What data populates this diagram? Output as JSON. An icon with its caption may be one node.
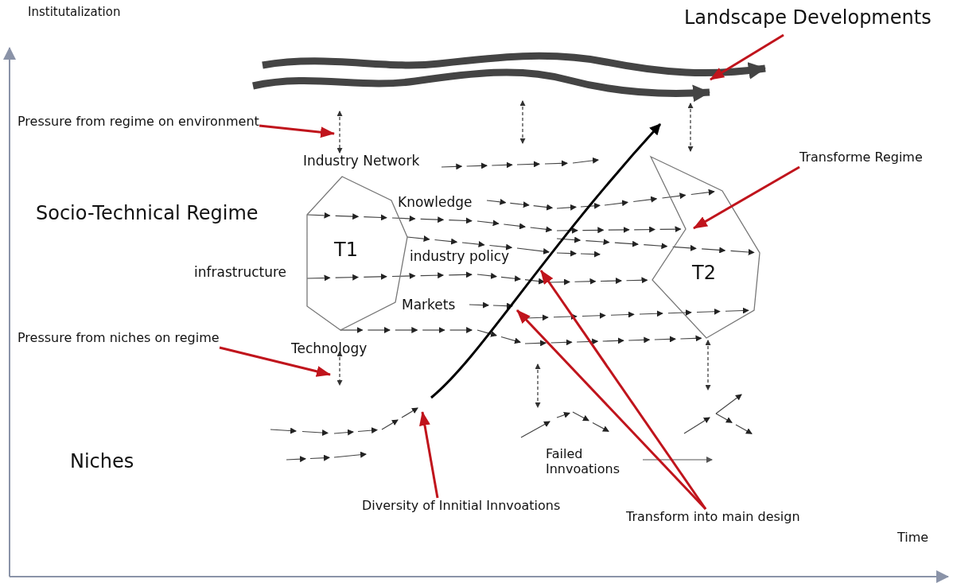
{
  "diagram": {
    "nodes": [
      {
        "text": [
          "Landscape Developments"
        ]
      },
      {
        "text": [],
        "shape": "wave"
      },
      {
        "text": [
          "Pressure from regime on environment"
        ]
      },
      {
        "text": [
          "Transforme Regime"
        ]
      },
      {
        "text": [
          "T1"
        ]
      },
      {
        "text": [
          "T2"
        ]
      },
      {
        "text": [
          "Pressure from niches on regime"
        ]
      },
      {
        "text": [
          "Diversity of Innitial Innvoations"
        ]
      },
      {
        "text": [
          "Transform into main design"
        ]
      }
    ],
    "edges": [
      {
        "from": 0,
        "to": 1,
        "arrow": "to"
      },
      {
        "from": 2,
        "to": null,
        "arrow": "to"
      },
      {
        "from": 3,
        "to": 5,
        "arrow": "to"
      },
      {
        "from": 6,
        "to": null,
        "arrow": "to"
      },
      {
        "from": 7,
        "to": null,
        "arrow": "to"
      },
      {
        "from": 8,
        "to": null,
        "arrow": "to"
      },
      {
        "from": 8,
        "to": null,
        "arrow": "to"
      }
    ],
    "labels": [
      "Institutalization",
      "Socio-Technical Regime",
      "Industry Network",
      "Knowledge",
      "industry policy",
      "infrastructure",
      "Markets",
      "Technology",
      "Failed Innvoations",
      "Niches",
      "Time"
    ]
  }
}
